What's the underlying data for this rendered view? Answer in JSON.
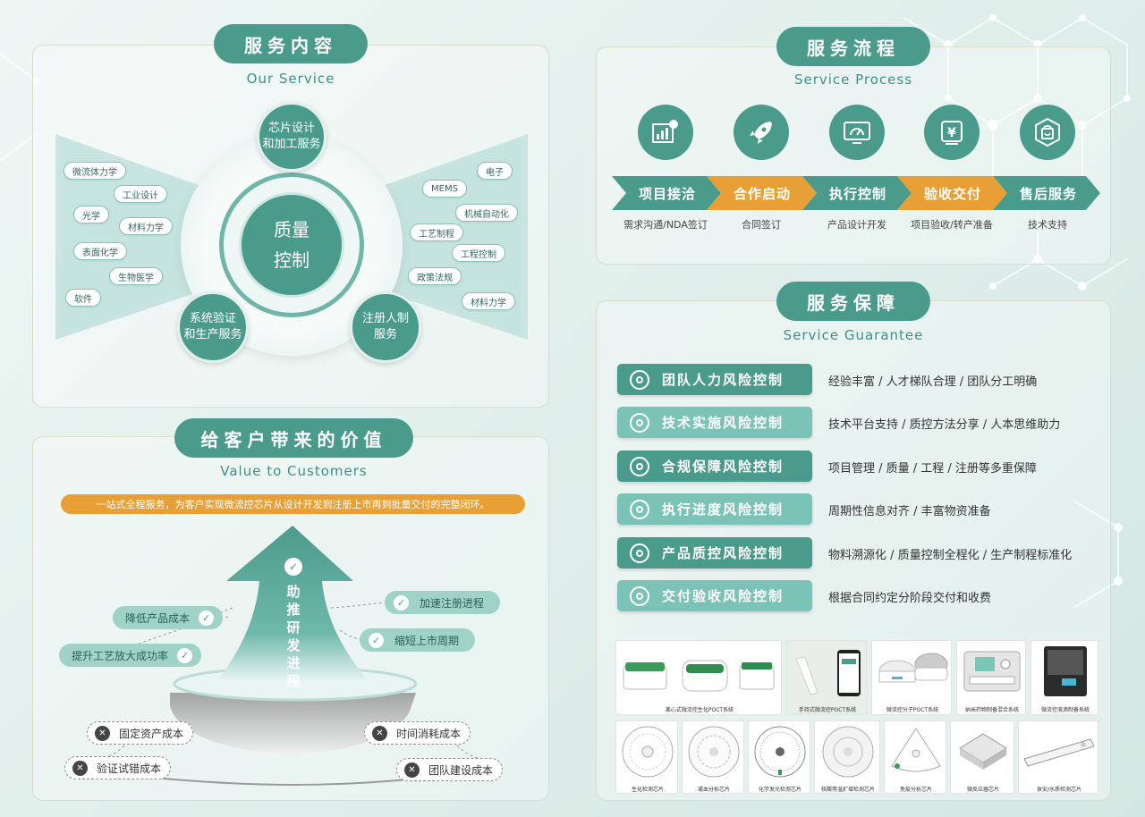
{
  "our_service": {
    "title": "服务内容",
    "subtitle": "Our Service",
    "center": [
      "质量",
      "控制"
    ],
    "top": [
      "芯片设计",
      "和加工服务"
    ],
    "bottom_left": [
      "系统验证",
      "和生产服务"
    ],
    "bottom_right": [
      "注册人制",
      "服务"
    ],
    "left_tags": [
      "微流体力学",
      "工业设计",
      "光学",
      "材料力学",
      "表面化学",
      "生物医学",
      "软件"
    ],
    "right_tags": [
      "电子",
      "MEMS",
      "机械自动化",
      "工艺制程",
      "工程控制",
      "政策法规",
      "材料力学"
    ]
  },
  "process": {
    "title": "服务流程",
    "subtitle": "Service Process",
    "steps": [
      {
        "label": "项目接洽",
        "desc": "需求沟通/NDA签订",
        "icon": "chart-person-icon",
        "color": "#4b9b8d"
      },
      {
        "label": "合作启动",
        "desc": "合同签订",
        "icon": "rocket-icon",
        "color": "#e8a036"
      },
      {
        "label": "执行控制",
        "desc": "产品设计开发",
        "icon": "monitor-gauge-icon",
        "color": "#4b9b8d"
      },
      {
        "label": "验收交付",
        "desc": "项目验收/转产准备",
        "icon": "yen-tag-icon",
        "color": "#e8a036"
      },
      {
        "label": "售后服务",
        "desc": "技术支持",
        "icon": "bag-smile-icon",
        "color": "#4b9b8d"
      }
    ]
  },
  "guarantee": {
    "title": "服务保障",
    "subtitle": "Service Guarantee",
    "rows": [
      {
        "label": "团队人力风险控制",
        "desc": "经验丰富 / 人才梯队合理 / 团队分工明确",
        "color": "#4b9b8d"
      },
      {
        "label": "技术实施风险控制",
        "desc": "技术平台支持 / 质控方法分享 / 人本思维助力",
        "color": "#7cc3b7"
      },
      {
        "label": "合规保障风险控制",
        "desc": "项目管理 / 质量 / 工程 / 注册等多重保障",
        "color": "#4b9b8d"
      },
      {
        "label": "执行进度风险控制",
        "desc": "周期性信息对齐 / 丰富物资准备",
        "color": "#7cc3b7"
      },
      {
        "label": "产品质控风险控制",
        "desc": "物料溯源化 / 质量控制全程化 / 生产制程标准化",
        "color": "#4b9b8d"
      },
      {
        "label": "交付验收风险控制",
        "desc": "根据合同约定分阶段交付和收费",
        "color": "#7cc3b7"
      }
    ]
  },
  "products": {
    "row1": [
      "离心式微流控生化POCT系统",
      "手持式微流控POCT系统",
      "微流控分子POCT系统",
      "纳米药物制备混合系统",
      "微流控液滴制备系统"
    ],
    "row2": [
      "生化检测芯片",
      "凝血分析芯片",
      "化学发光检测芯片",
      "核酸等温扩增检测芯片",
      "免疫分析芯片",
      "微反应器芯片",
      "食安/水质检测芯片"
    ]
  },
  "value": {
    "title": "给客户带来的价值",
    "subtitle": "Value to Customers",
    "banner": "一站式全程服务，为客户实现微流控芯片从设计开发到注册上市再到批量交付的完整闭环。",
    "arrow_text": [
      "助",
      "推",
      "研",
      "发",
      "进",
      "程"
    ],
    "benefits": [
      "降低产品成本",
      "提升工艺放大成功率",
      "加速注册进程",
      "缩短上市周期"
    ],
    "costs": [
      "固定资产成本",
      "验证试错成本",
      "时间消耗成本",
      "团队建设成本"
    ]
  },
  "colors": {
    "teal": "#4b9b8d",
    "light_teal": "#7cc3b7",
    "orange": "#e8a036"
  }
}
